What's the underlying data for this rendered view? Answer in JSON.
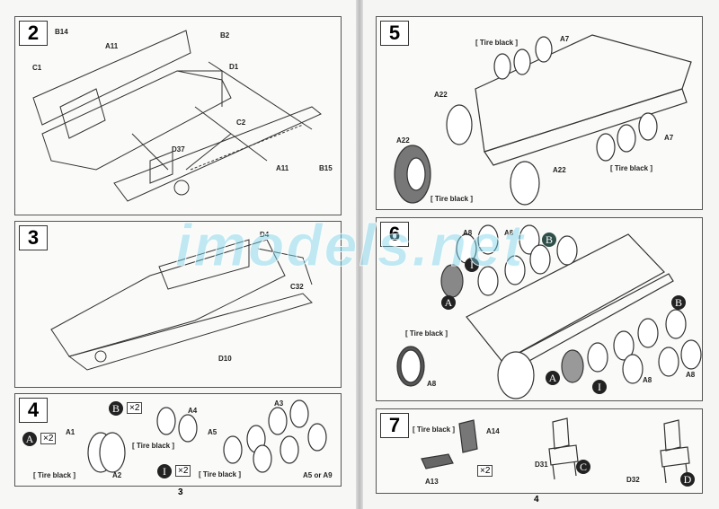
{
  "left_page": {
    "page_number": "3",
    "steps": [
      {
        "number": "2",
        "labels": [
          "B14",
          "A11",
          "B2",
          "C1",
          "D1",
          "C2",
          "D37",
          "A11",
          "B15"
        ]
      },
      {
        "number": "3",
        "labels": [
          "D4",
          "C32",
          "D10"
        ]
      },
      {
        "number": "4",
        "labels": [
          "A1",
          "A2",
          "[ Tire black ]",
          "A4",
          "A5",
          "[ Tire black ]",
          "A3",
          "[ Tire black ]",
          "A5 or A9"
        ],
        "markers": [
          "A",
          "B",
          "I"
        ],
        "multiplier": "×2"
      }
    ]
  },
  "right_page": {
    "page_number": "4",
    "steps": [
      {
        "number": "5",
        "labels": [
          "[ Tire black ]",
          "A7",
          "A22",
          "A7",
          "[ Tire black ]",
          "A22",
          "[ Tire black ]",
          "A22"
        ]
      },
      {
        "number": "6",
        "labels": [
          "A8",
          "A8",
          "[ Tire black ]",
          "A8",
          "A8",
          "A8"
        ],
        "markers": [
          "B",
          "I",
          "A",
          "B",
          "A",
          "I"
        ]
      },
      {
        "number": "7",
        "labels": [
          "[ Tire black ]",
          "A14",
          "A13",
          "D31",
          "D32"
        ],
        "markers": [
          "C",
          "D"
        ],
        "multiplier": "×2"
      }
    ]
  },
  "watermark": "imodels.net"
}
